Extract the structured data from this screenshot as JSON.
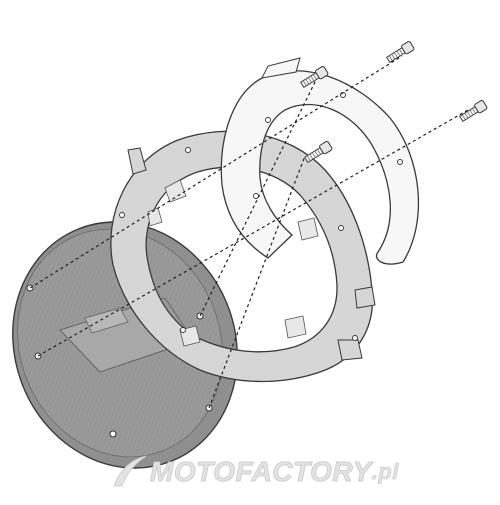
{
  "diagram": {
    "colors": {
      "outline": "#3a3a3a",
      "plate_fill": "#9a9a9a",
      "ring_fill": "#d9d9d9",
      "flange_fill": "#f6f6f6",
      "screw_fill": "#e6e6e6",
      "guide_line": "#222222"
    },
    "parts": [
      {
        "id": "tank-cap-plate",
        "icon": "circular-plate"
      },
      {
        "id": "mounting-ring",
        "icon": "toothed-ring"
      },
      {
        "id": "adapter-flange",
        "icon": "horseshoe-flange"
      },
      {
        "id": "screw",
        "icon": "screw",
        "count": 4
      }
    ]
  },
  "watermark": {
    "brand": "MOTOFACTORY",
    "domain": ".pl",
    "color": "#e0e0e0"
  }
}
